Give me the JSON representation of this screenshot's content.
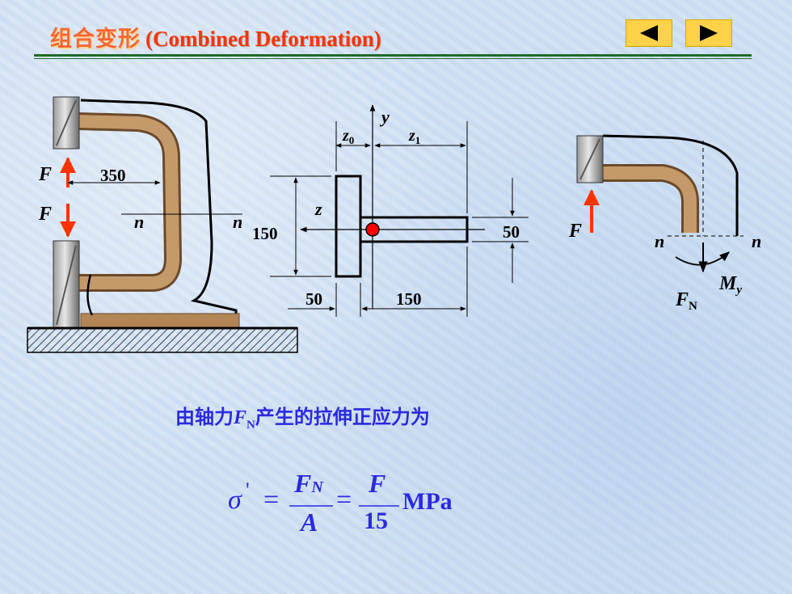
{
  "header": {
    "title_cn": "组合变形",
    "title_en": "(Combined Deformation)"
  },
  "nav": {
    "prev_icon": "triangle-left-icon",
    "next_icon": "triangle-right-icon"
  },
  "diagram": {
    "labels": {
      "force_top": "F",
      "force_bottom": "F",
      "dim_350": "350",
      "section_n_left": "n",
      "section_n_right": "n",
      "axis_y": "y",
      "axis_z": "z",
      "z0": "z",
      "z0_sub": "0",
      "z1": "z",
      "z1_sub": "1",
      "dim_150_height": "150",
      "dim_50_flange_thick": "50",
      "dim_50_web_thick": "50",
      "dim_150_web_length": "150",
      "force_right": "F",
      "n_right_a": "n",
      "n_right_b": "n",
      "fn_main": "F",
      "fn_sub": "N",
      "my_main": "M",
      "my_sub": "y"
    }
  },
  "caption": {
    "pre": "由轴力",
    "fn_main": "F",
    "fn_sub": "N",
    "post": "产生的拉伸正应力为"
  },
  "formula": {
    "sigma": "σ",
    "prime": "'",
    "eq1": "=",
    "frac1_num_main": "F",
    "frac1_num_sub": "N",
    "frac1_den": "A",
    "eq2": "=",
    "frac2_num": "F",
    "frac2_den": "15",
    "unit": "MPa"
  },
  "colors": {
    "title_cn": "#ff6633",
    "title_en": "#ff3300",
    "rule": "#1f6b2a",
    "text_blue": "#2a2ae0",
    "arrow_red": "#ff3300",
    "centroid": "#ff0000",
    "nav_button": "#ffd24a",
    "casting": "#a87a4e"
  }
}
